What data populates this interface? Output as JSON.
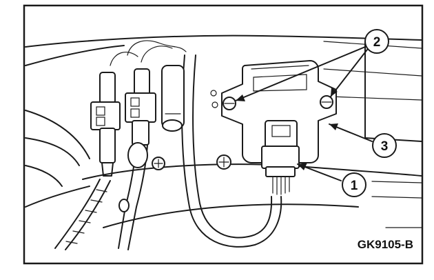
{
  "figure": {
    "id_label": "GK9105-B",
    "callouts": [
      {
        "number": "1"
      },
      {
        "number": "2"
      },
      {
        "number": "3"
      }
    ]
  },
  "colors": {
    "line": "#1a1a1a",
    "background": "#ffffff"
  }
}
